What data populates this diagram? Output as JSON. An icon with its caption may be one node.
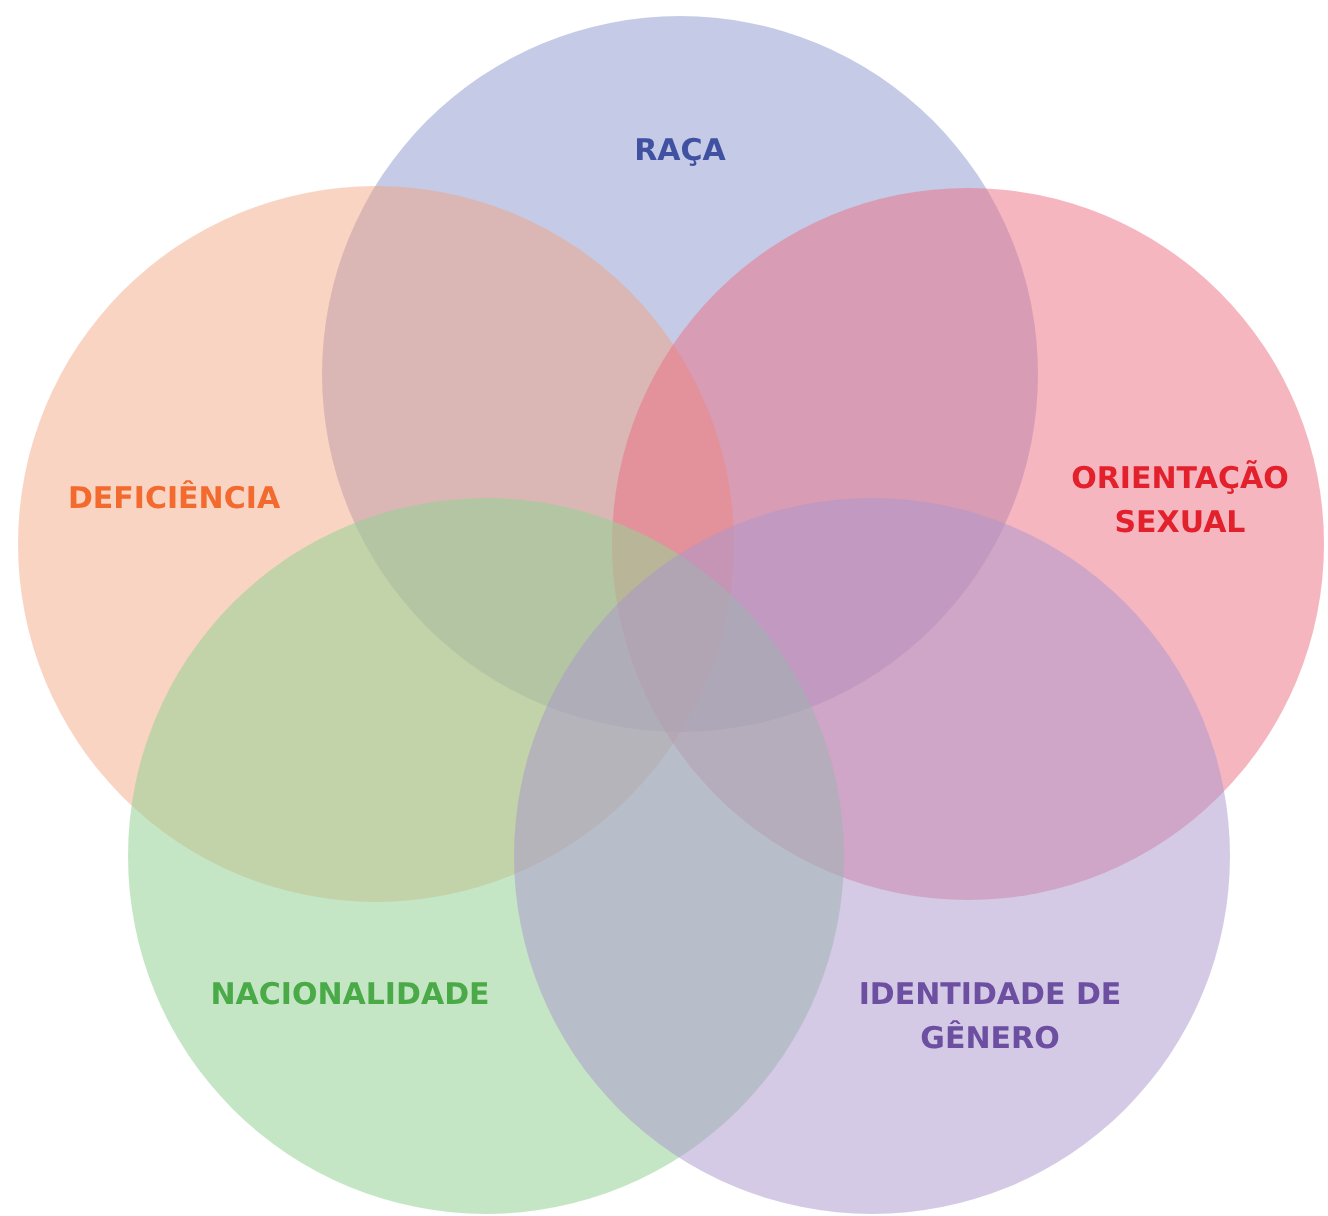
{
  "diagram": {
    "nodes": [
      {
        "text": [
          "RAÇA"
        ]
      },
      {
        "text": [
          "DEFICIÊNCIA"
        ]
      },
      {
        "text": [
          "ORIENTAÇÃO SEXUAL"
        ]
      },
      {
        "text": [
          "NACIONALIDADE"
        ]
      },
      {
        "text": [
          "IDENTIDADE DE GÊNERO"
        ]
      }
    ]
  }
}
